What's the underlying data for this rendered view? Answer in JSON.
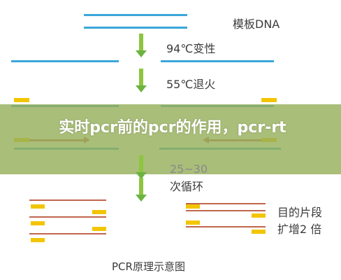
{
  "labels": {
    "template": "模板DNA",
    "denature": "94℃变性",
    "anneal": "55℃退火",
    "cycles": "25~30",
    "cycle_text": "次循环",
    "target_line1": "目的片段",
    "target_line2": "扩增2 倍",
    "caption": "PCR原理示意图"
  },
  "banner": {
    "title": "实时pcr前的pcr的作用，pcr-rt"
  },
  "colors": {
    "strand_blue": "#3ba7d9",
    "primer_yellow": "#f2c500",
    "arrow_green": "#7ec242",
    "extension": "#c0664c"
  }
}
